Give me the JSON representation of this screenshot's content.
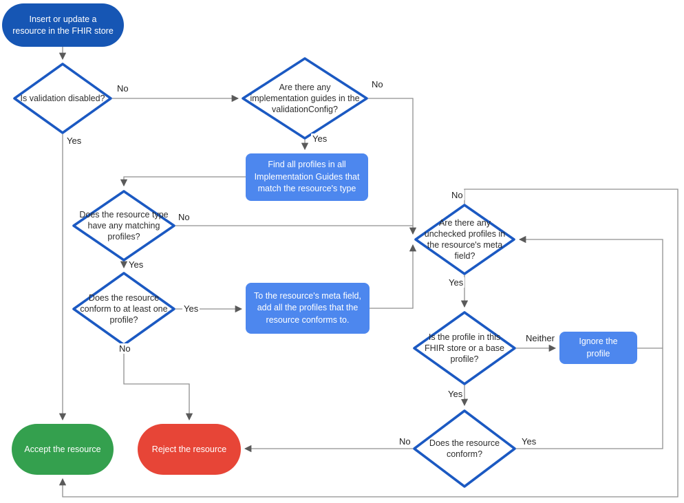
{
  "nodes": {
    "start": "Insert or update a resource in the FHIR store",
    "is_validation_disabled": "Is validation disabled?",
    "any_implementation_guides": "Are there any implementation guides in the validationConfig?",
    "find_all_profiles": "Find all profiles in all Implementation Guides that match the resource's type",
    "type_matching_profiles": "Does the resource type have any matching profiles?",
    "conform_at_least_one": "Does the resource conform to at least one profile?",
    "add_profiles_to_meta": "To the resource's meta field, add all the profiles that the resource conforms to.",
    "unchecked_profiles": "Are there any unchecked profiles in the resource's meta field?",
    "profile_in_store": "Is the profile in this FHIR store or a base profile?",
    "ignore_profile": "Ignore the profile",
    "does_conform": "Does the resource conform?",
    "accept": "Accept the resource",
    "reject": "Reject the resource"
  },
  "edge_labels": {
    "validation_disabled_no": "No",
    "validation_disabled_yes": "Yes",
    "impl_guides_no": "No",
    "impl_guides_yes": "Yes",
    "matching_profiles_no": "No",
    "matching_profiles_yes": "Yes",
    "conform_one_yes": "Yes",
    "conform_one_no": "No",
    "unchecked_no": "No",
    "unchecked_yes": "Yes",
    "profile_neither": "Neither",
    "profile_yes": "Yes",
    "conform_no": "No",
    "conform_yes": "Yes"
  },
  "colors": {
    "terminal_start": "#1656b4",
    "terminal_accept": "#34a04e",
    "terminal_reject": "#e74537",
    "process_box": "#4d87ee",
    "decision_border": "#1b59c2",
    "connector_line": "#8f8f8f",
    "arrowhead": "#5a5a5a",
    "text_dark": "#2d2d2d",
    "text_light": "#ffffff"
  }
}
